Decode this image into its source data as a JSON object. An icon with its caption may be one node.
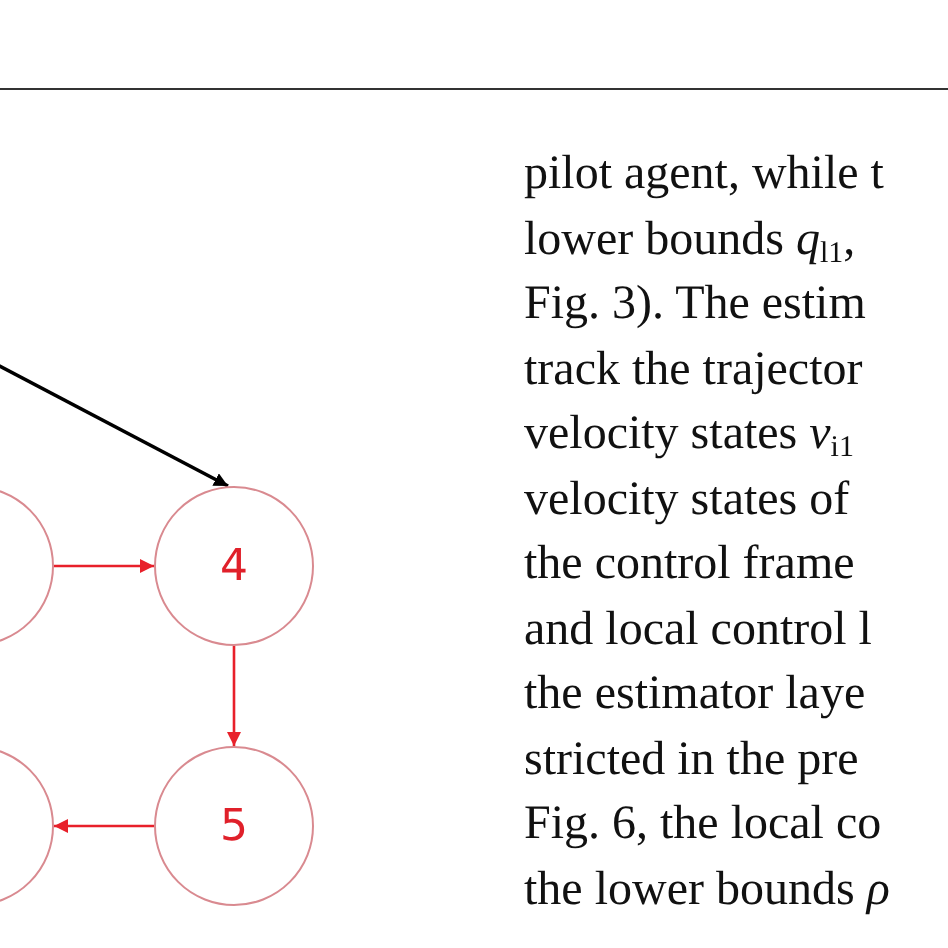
{
  "diagram": {
    "nodes": [
      {
        "text": [],
        "shape": "circle"
      },
      {
        "text": [
          "4"
        ]
      },
      {
        "text": [],
        "shape": "circle"
      },
      {
        "text": [
          "5"
        ]
      }
    ],
    "edges": [
      {
        "from": null,
        "to": 1,
        "arrow": "to",
        "color": "#000000"
      },
      {
        "from": 0,
        "to": 1,
        "arrow": "to"
      },
      {
        "from": 1,
        "to": 3,
        "arrow": "to"
      },
      {
        "from": 3,
        "to": 2,
        "arrow": "to"
      }
    ],
    "labels": [
      "pilot agent, while t",
      "lower bounds *q*$_{l1}$,",
      "Fig. 3). The estim",
      "track the trajector",
      "velocity states *v*$_{i1}$",
      "velocity states of",
      "the control frame",
      "and local control l",
      "the estimator laye",
      "stricted in the pre",
      "Fig. 6, the local co",
      "the lower bounds *ρ*"
    ]
  }
}
